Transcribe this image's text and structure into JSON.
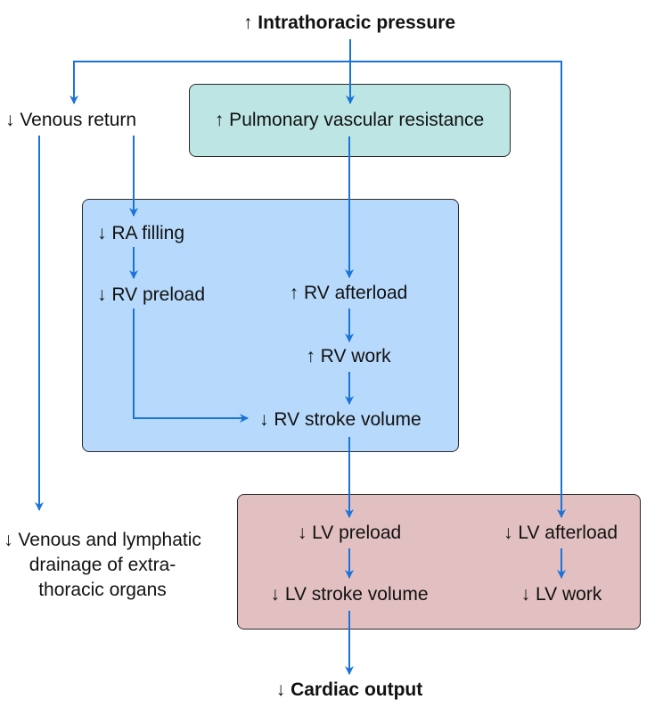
{
  "colors": {
    "arrow": "#1a73d9",
    "pvr_box": "#bde5e3",
    "rv_box": "#b7d9fb",
    "lv_box": "#e2bfc0",
    "border": "#2b2b2b",
    "text": "#111111"
  },
  "nodes": {
    "intrathoracic_pressure": "↑ Intrathoracic pressure",
    "venous_return": "↓ Venous return",
    "pulmonary_vascular_resistance": "↑ Pulmonary vascular resistance",
    "ra_filling": "↓ RA filling",
    "rv_preload": "↓ RV preload",
    "rv_afterload": "↑ RV afterload",
    "rv_work": "↑ RV work",
    "rv_stroke_volume": "↓ RV stroke volume",
    "venous_lymphatic_drainage_line1": "↓ Venous and lymphatic",
    "venous_lymphatic_drainage_line2": "drainage of extra-",
    "venous_lymphatic_drainage_line3": "thoracic organs",
    "lv_preload": "↓ LV preload",
    "lv_afterload": "↓ LV afterload",
    "lv_stroke_volume": "↓ LV stroke volume",
    "lv_work": "↓ LV work",
    "cardiac_output": "↓ Cardiac output"
  },
  "edges": [
    {
      "from": "intrathoracic_pressure",
      "to": "pulmonary_vascular_resistance"
    },
    {
      "from": "intrathoracic_pressure",
      "to": "venous_return"
    },
    {
      "from": "intrathoracic_pressure",
      "to": "lv_afterload"
    },
    {
      "from": "venous_return",
      "to": "ra_filling"
    },
    {
      "from": "venous_return",
      "to": "venous_lymphatic_drainage"
    },
    {
      "from": "pulmonary_vascular_resistance",
      "to": "rv_afterload"
    },
    {
      "from": "ra_filling",
      "to": "rv_preload"
    },
    {
      "from": "rv_preload",
      "to": "rv_stroke_volume"
    },
    {
      "from": "rv_afterload",
      "to": "rv_work"
    },
    {
      "from": "rv_work",
      "to": "rv_stroke_volume"
    },
    {
      "from": "rv_stroke_volume",
      "to": "lv_preload"
    },
    {
      "from": "lv_preload",
      "to": "lv_stroke_volume"
    },
    {
      "from": "lv_afterload",
      "to": "lv_work"
    },
    {
      "from": "lv_stroke_volume",
      "to": "cardiac_output"
    }
  ]
}
